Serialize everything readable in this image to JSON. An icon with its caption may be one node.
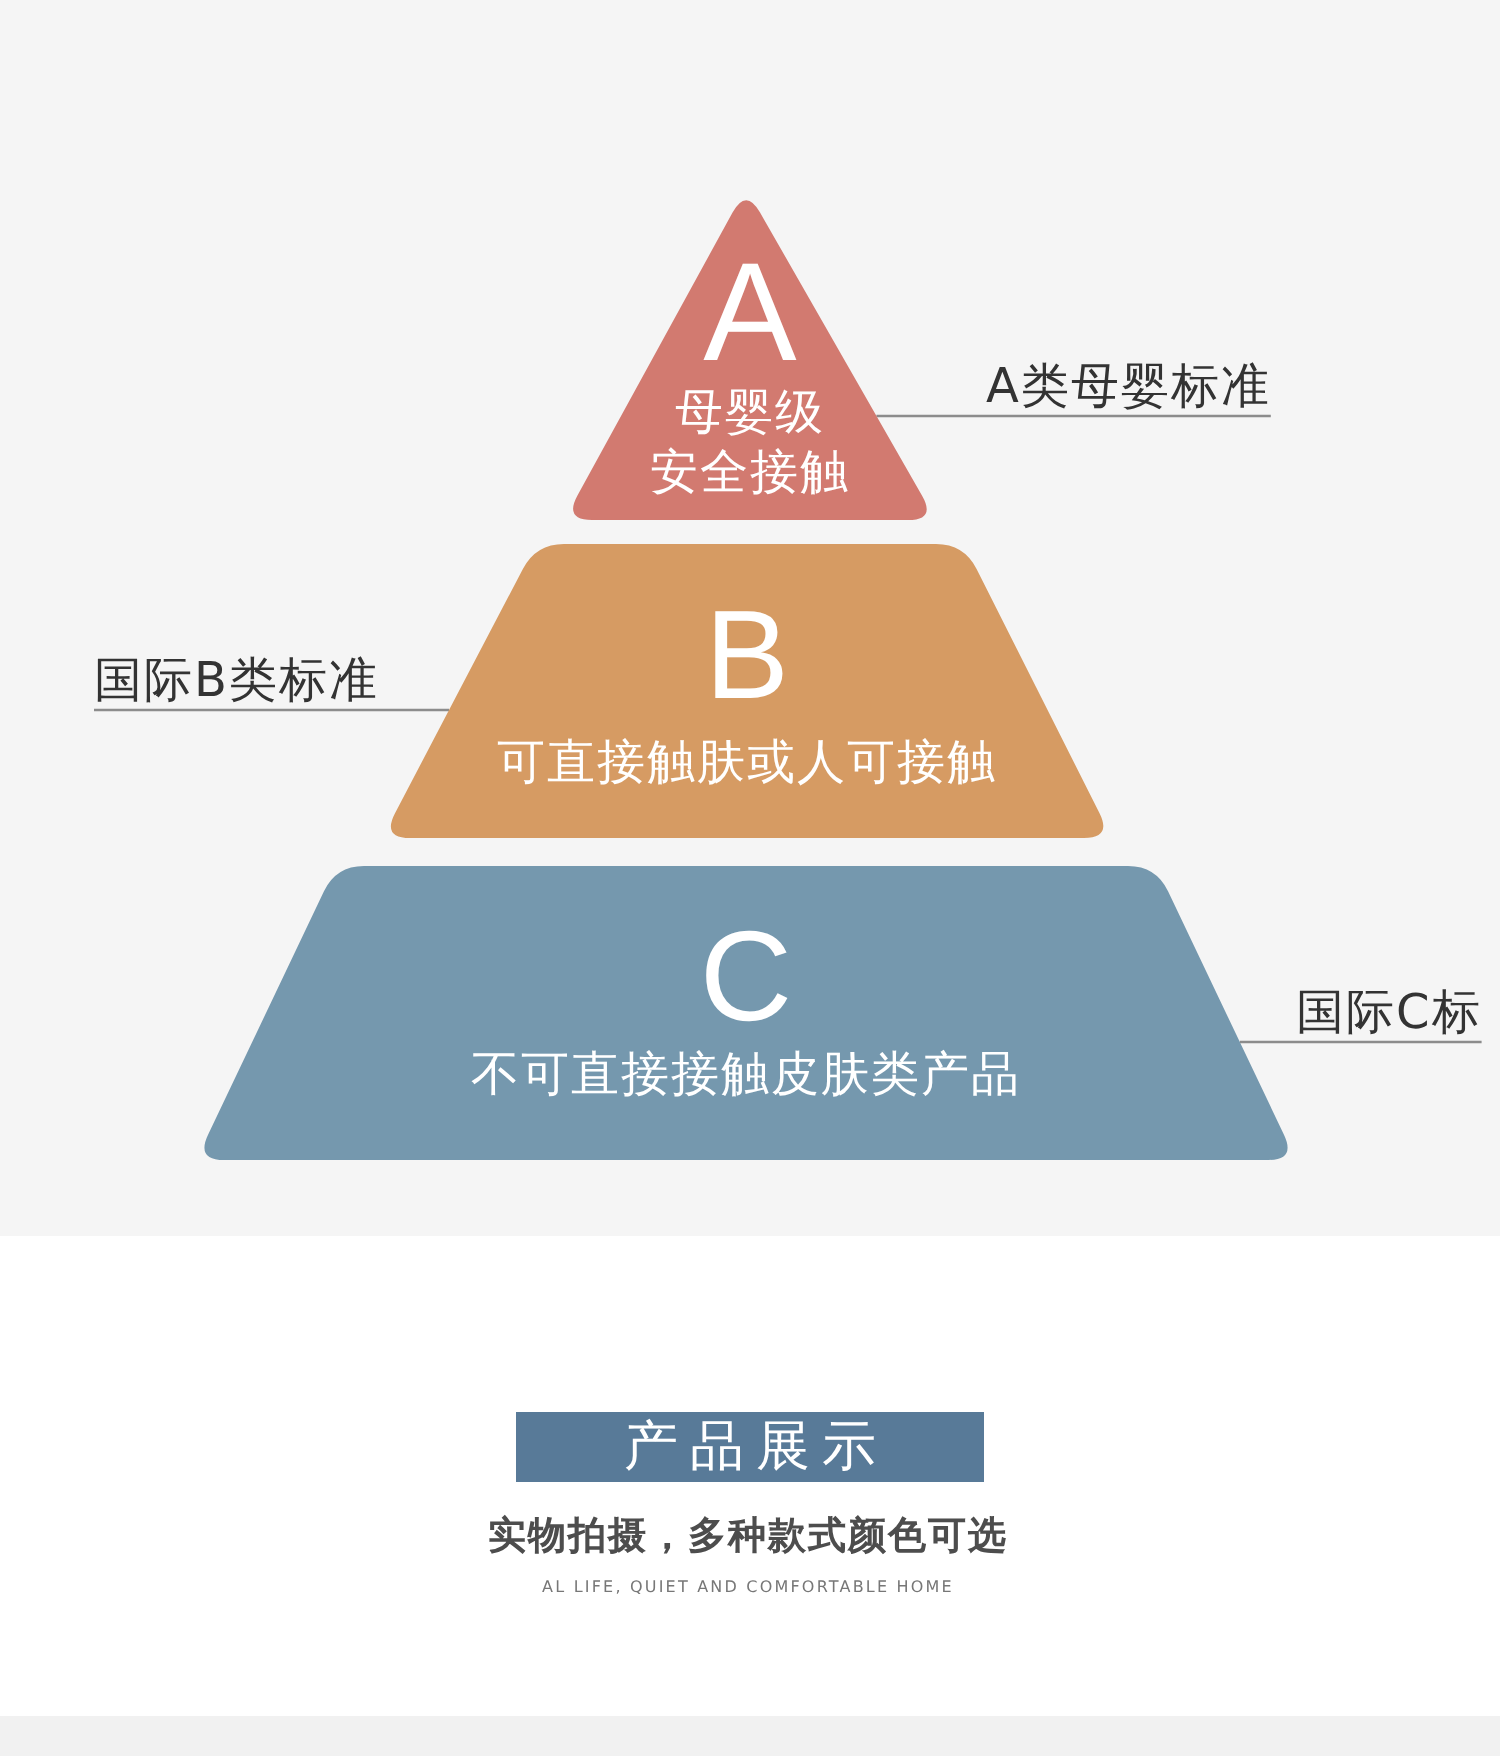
{
  "diagram": {
    "nodes": [
      {
        "text": [
          "A",
          "母婴级安全接触"
        ]
      },
      {
        "text": [
          "A类母婴标准"
        ]
      },
      {
        "text": [
          "B",
          "可直接触肤或人可接触"
        ]
      },
      {
        "text": [
          "国际B类标准"
        ]
      },
      {
        "text": [
          "C",
          "不可直接接触皮肤类产品"
        ]
      },
      {
        "text": [
          "国际C标"
        ]
      },
      {
        "text": [
          "产品展示"
        ]
      }
    ],
    "edges": [
      {
        "from": 1,
        "to": 0,
        "arrow": "none"
      },
      {
        "from": 3,
        "to": 2,
        "arrow": "none"
      },
      {
        "from": 5,
        "to": 4,
        "arrow": "none"
      }
    ],
    "labels": [
      "实物拍摄，多种款式颜色可选",
      "AL LIFE, QUIET AND COMFORTABLE HOME"
    ]
  }
}
